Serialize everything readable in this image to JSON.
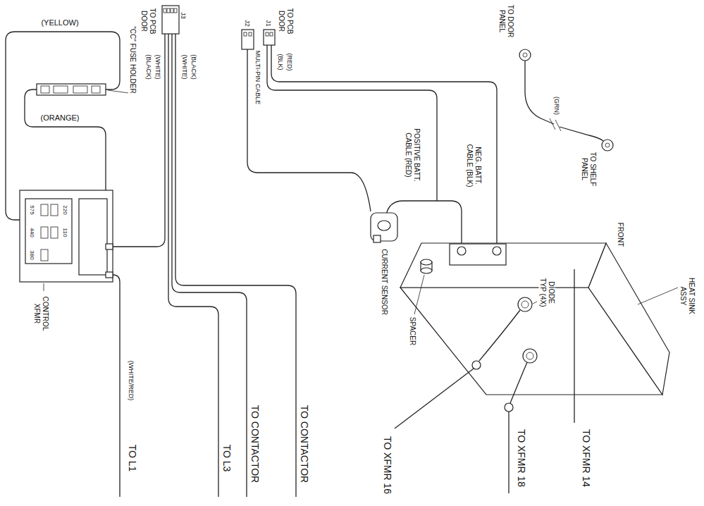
{
  "diagram": {
    "labels": [
      "(YELLOW)",
      "\"CC\" FUSE HOLDER",
      "(ORANGE)",
      "TO PCB DOOR",
      "J3",
      "(WHITE)",
      "(BLACK)",
      "(WHITE)",
      "(BLACK)",
      "TO PCB DOOR",
      "J2",
      "J1",
      "MULTI-PIN CABLE",
      "(BLK)",
      "(RED)",
      "TO DOOR PANEL",
      "(GRN)",
      "TO SHELF PANEL",
      "NEG. BATT. CABLE (BLK)",
      "POSITIVE BATT. CABLE (RED)",
      "CURRENT SENSOR",
      "SPACER",
      "FRONT",
      "HEAT SINK ASSY",
      "DIODE TYP (4X)",
      "TO XFMR 14",
      "TO XFMR 18",
      "TO XFMR 16",
      "TO CONTACTOR",
      "TO CONTACTOR",
      "TO L3",
      "TO L1",
      "(WHITE/RED)",
      "CONTROL XFMR",
      "575",
      "220",
      "440",
      "110",
      "380"
    ]
  }
}
